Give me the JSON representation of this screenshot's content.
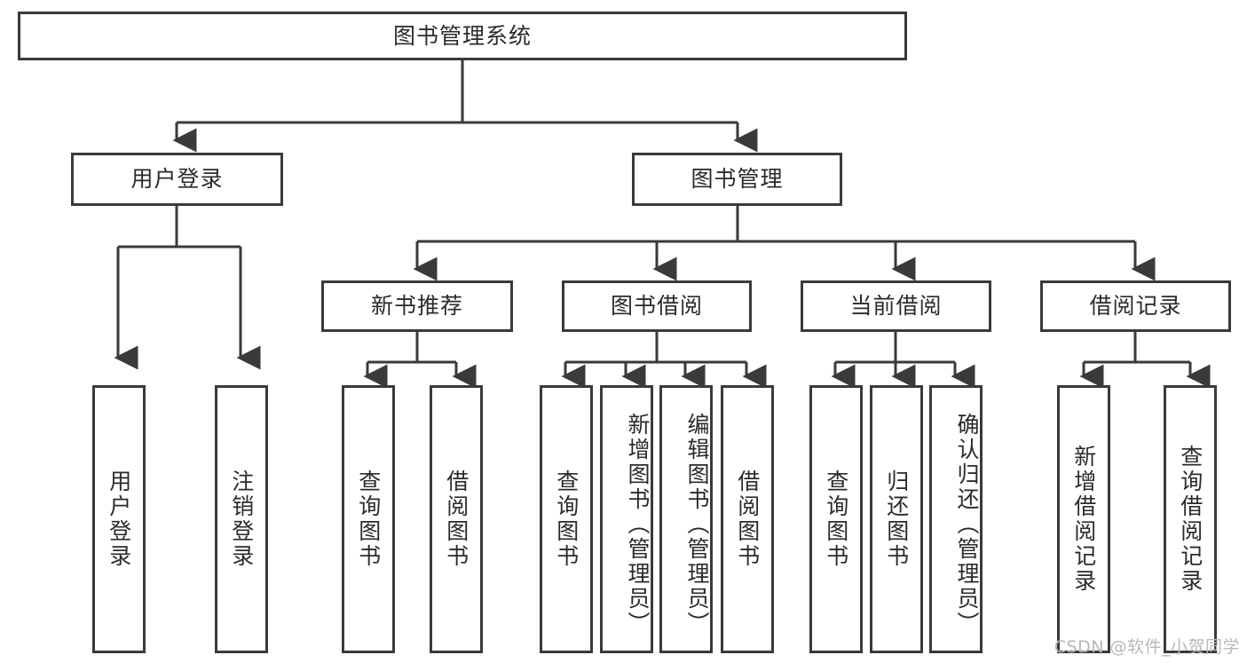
{
  "diagram": {
    "title": "图书管理系统",
    "type": "tree",
    "root": {
      "id": "root",
      "label": "图书管理系统"
    },
    "level2": [
      {
        "id": "user-login",
        "label": "用户登录"
      },
      {
        "id": "book-manage",
        "label": "图书管理"
      }
    ],
    "level3": [
      {
        "id": "new-book-recommend",
        "label": "新书推荐",
        "parent": "book-manage"
      },
      {
        "id": "book-borrow",
        "label": "图书借阅",
        "parent": "book-manage"
      },
      {
        "id": "current-borrow",
        "label": "当前借阅",
        "parent": "book-manage"
      },
      {
        "id": "borrow-record",
        "label": "借阅记录",
        "parent": "book-manage"
      }
    ],
    "leaves": {
      "user_login": [
        {
          "id": "leaf-user-login",
          "label": "用户登录"
        },
        {
          "id": "leaf-logout-login",
          "label": "注销登录"
        }
      ],
      "new_book_recommend": [
        {
          "id": "leaf-query-book-1",
          "label": "查询图书"
        },
        {
          "id": "leaf-borrow-book-1",
          "label": "借阅图书"
        }
      ],
      "book_borrow": [
        {
          "id": "leaf-query-book-2",
          "label": "查询图书"
        },
        {
          "id": "leaf-add-book",
          "label": "新增图书（管理员）"
        },
        {
          "id": "leaf-edit-book",
          "label": "编辑图书（管理员）"
        },
        {
          "id": "leaf-borrow-book-2",
          "label": "借阅图书"
        }
      ],
      "current_borrow": [
        {
          "id": "leaf-query-book-3",
          "label": "查询图书"
        },
        {
          "id": "leaf-return-book",
          "label": "归还图书"
        },
        {
          "id": "leaf-confirm-return",
          "label": "确认归还（管理员）"
        }
      ],
      "borrow_record": [
        {
          "id": "leaf-add-record",
          "label": "新增借阅记录"
        },
        {
          "id": "leaf-query-record",
          "label": "查询借阅记录"
        }
      ]
    },
    "colors": {
      "stroke": "#3a3a3a",
      "text": "#2b2b2b",
      "background": "#ffffff",
      "watermark": "#b9b9b9"
    }
  },
  "watermark": {
    "text": "CSDN @软件_小贺同学"
  }
}
